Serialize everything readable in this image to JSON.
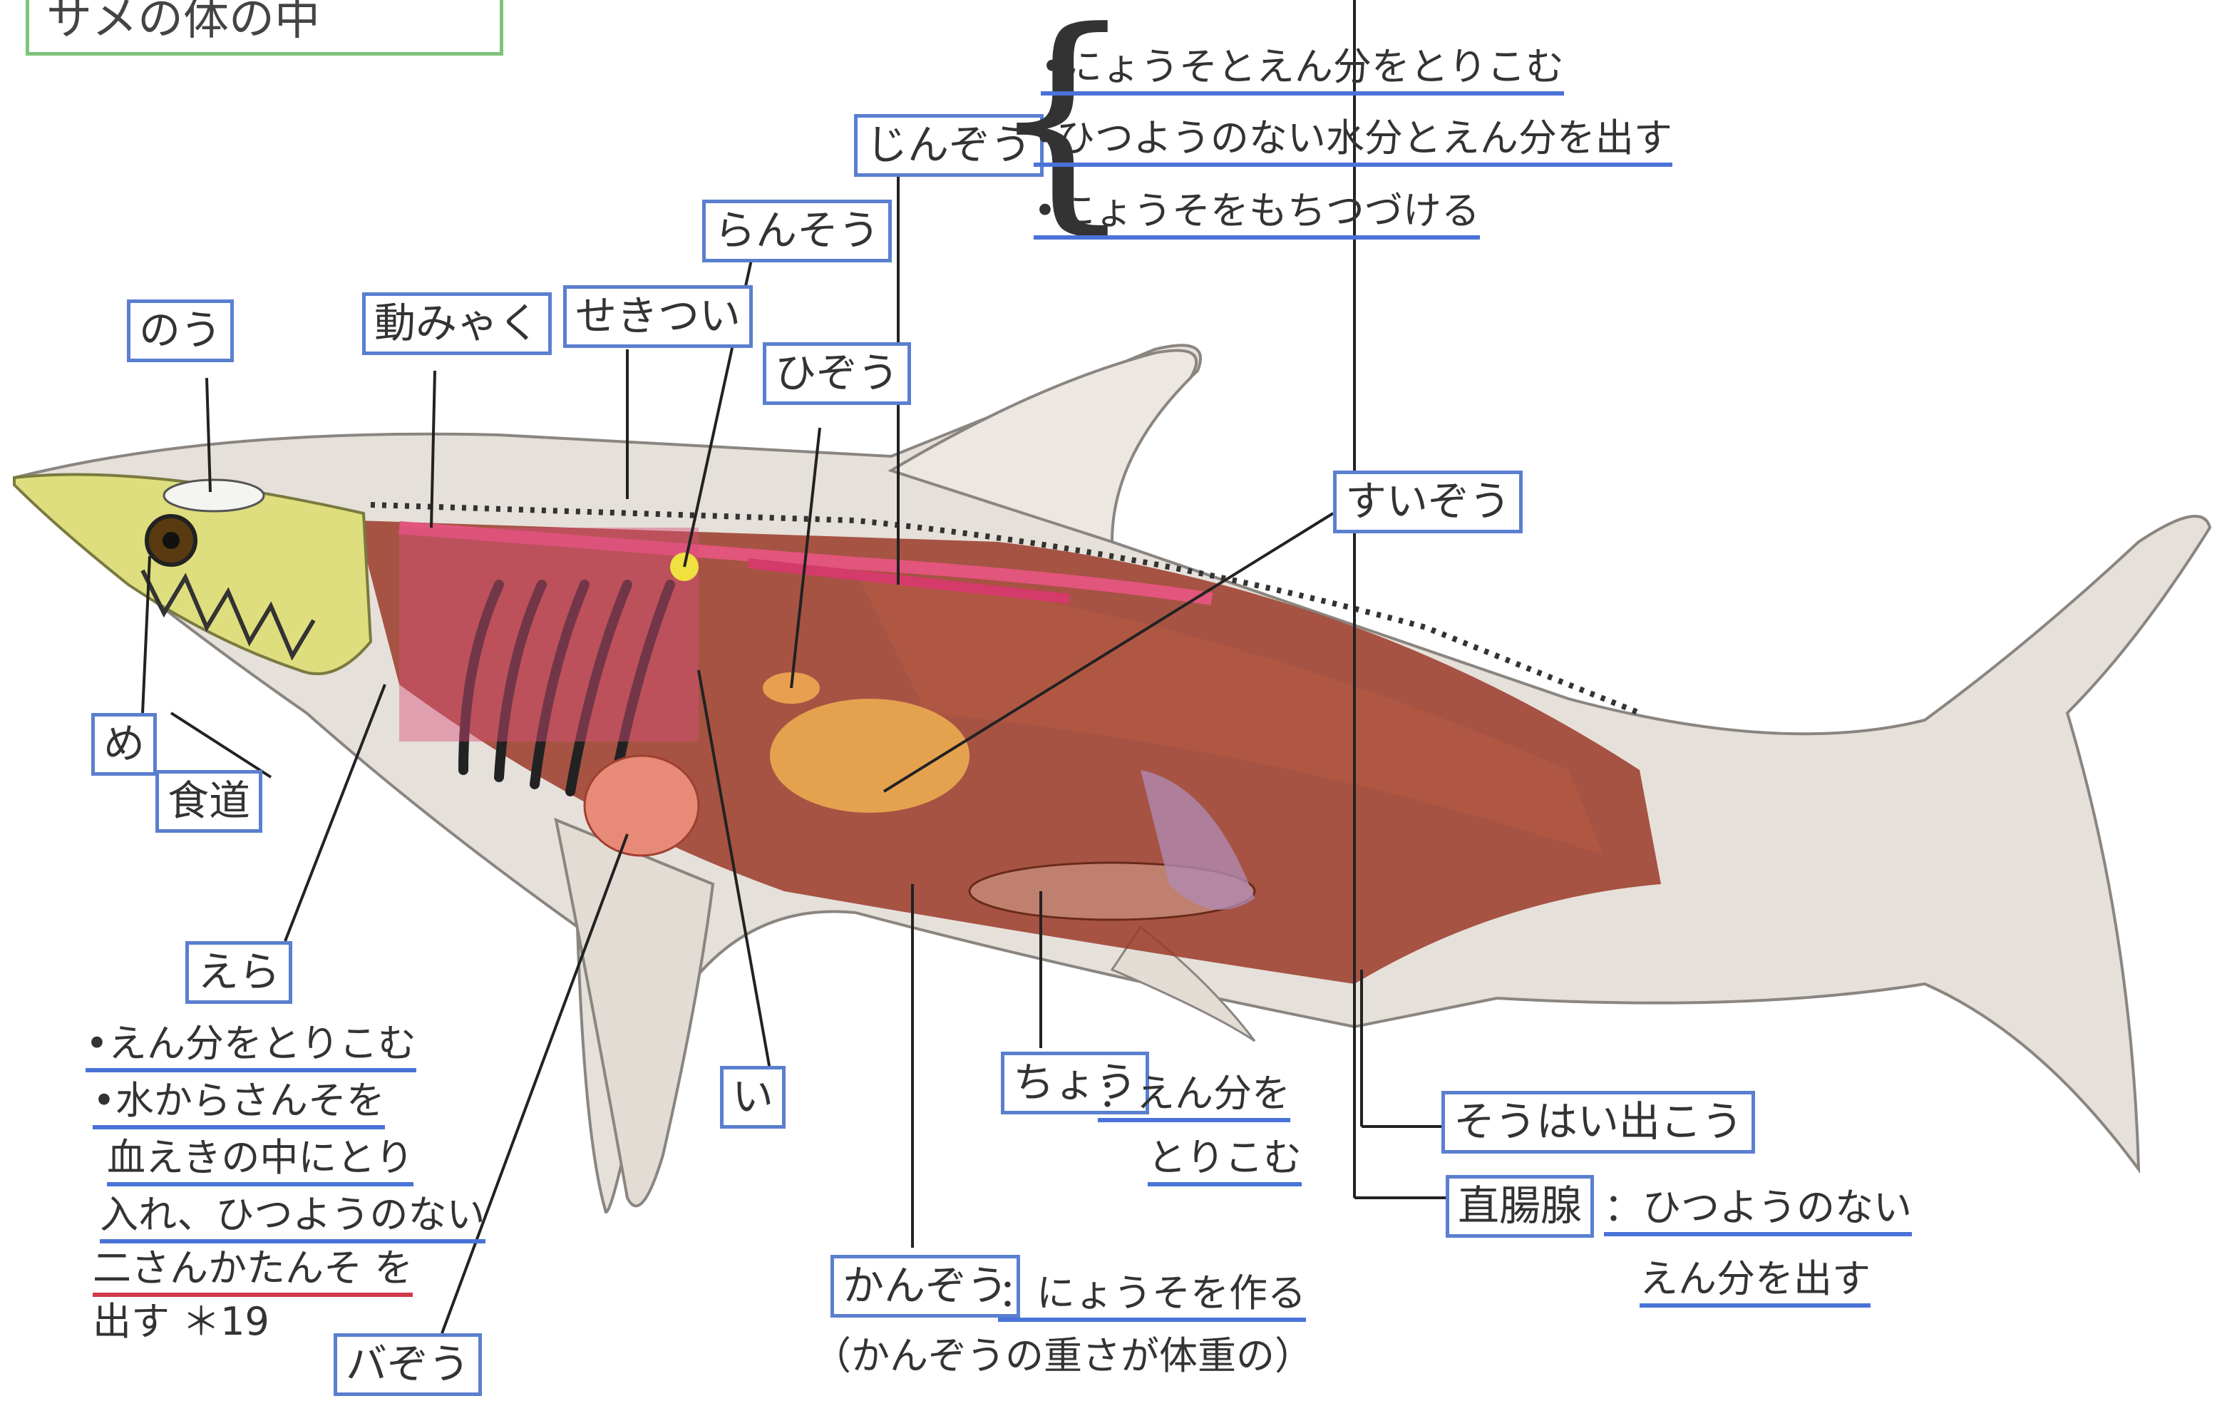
{
  "title": "サメの体の中",
  "labels": {
    "nou": "のう",
    "me": "め",
    "doumyaku": "動みゃく",
    "sekitsui": "せきつい",
    "ransou": "らんそう",
    "hizou": "ひぞう",
    "jinzou": "じんぞう",
    "suizou": "すいぞう",
    "shokudou": "食道",
    "era": "えら",
    "i": "い",
    "chou": "ちょう",
    "kanzou": "かんぞう",
    "souhaishutsukou": "そうはい出こう",
    "chokuchousen": "直腸腺",
    "baizou": "バぞう"
  },
  "notes": {
    "jinzou": [
      "•にょうそとえん分をとりこむ",
      "•ひつようのない水分とえん分を出す",
      "•にょうそをもちつづける"
    ],
    "era": [
      "•えん分をとりこむ",
      "•水からさんそを",
      "血えきの中にとり",
      "入れ、ひつようのない",
      "二さんかたんそ を",
      "出す ＊19"
    ],
    "chou": [
      "：えん分を",
      "とりこむ"
    ],
    "kanzou": [
      "：にょうそを作る",
      "（かんぞうの重さが体重の）"
    ],
    "chokuchousen": [
      "：ひつようのない",
      "えん分を出す"
    ]
  },
  "colors": {
    "label_border": "#5a7fd0",
    "title_border": "#7cc47a",
    "underline": "#4a72d8",
    "underline_red": "#d03a4a",
    "shark_skin": "#e6e0da",
    "muscle": "#9a3a28",
    "gill_pink": "#d8507a",
    "head_yellow": "#dede7e",
    "liver_orange": "#f0b050"
  }
}
